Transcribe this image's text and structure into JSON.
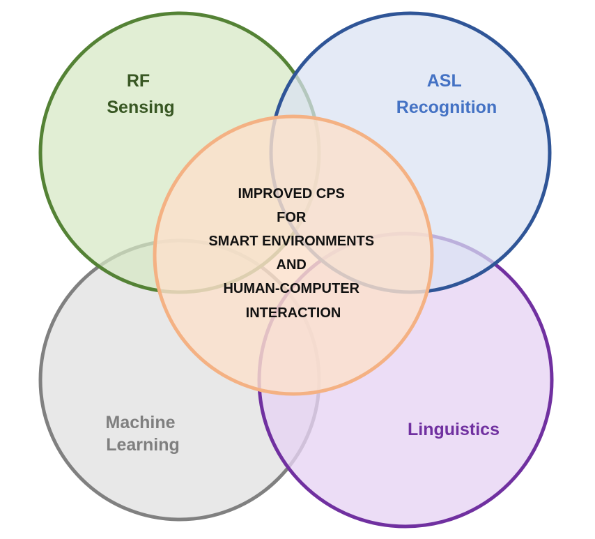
{
  "diagram": {
    "circles": [
      {
        "id": "rf",
        "label_lines": [
          "RF",
          "Sensing"
        ],
        "fill": "#d6e8c4",
        "stroke": "#548235",
        "text_color": "#385723"
      },
      {
        "id": "asl",
        "label_lines": [
          "ASL",
          "Recognition"
        ],
        "fill": "#d9e2f3",
        "stroke": "#2f5597",
        "text_color": "#4472c4"
      },
      {
        "id": "ml",
        "label_lines": [
          "Machine",
          "Learning"
        ],
        "fill": "#e2e2e2",
        "stroke": "#808080",
        "text_color": "#7f7f7f"
      },
      {
        "id": "ling",
        "label_lines": [
          "Linguistics"
        ],
        "fill": "#e7d3f4",
        "stroke": "#7030a0",
        "text_color": "#7030a0"
      }
    ],
    "center": {
      "label_lines": [
        "IMPROVED CPS",
        "FOR",
        "SMART ENVIRONMENTS",
        "AND",
        "HUMAN-COMPUTER",
        "INTERACTION"
      ],
      "fill": "#fbe0cc",
      "stroke": "#f4b183"
    }
  }
}
